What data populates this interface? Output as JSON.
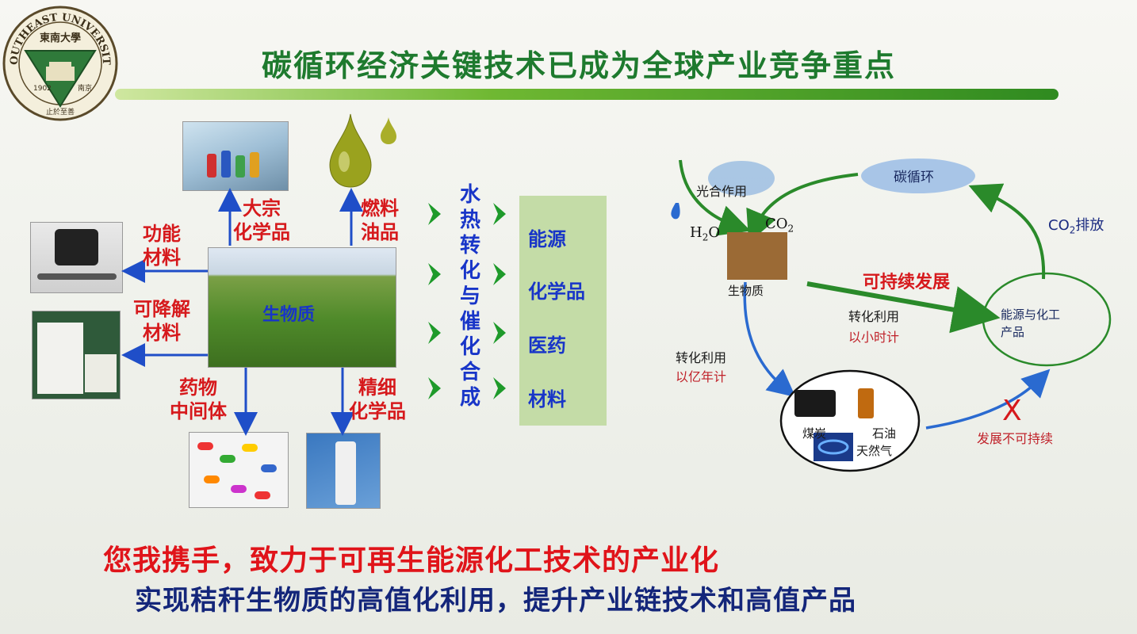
{
  "title": "碳循环经济关键技术已成为全球产业竞争重点",
  "logo": {
    "top_text": "SOUTHEAST UNIVERSITY",
    "chinese": "東南大學",
    "year": "1902",
    "city": "南京",
    "motto": "止於至善"
  },
  "left_diagram": {
    "center": "生物质",
    "labels": {
      "bulk_chem": [
        "大宗",
        "化学品"
      ],
      "fuel": [
        "燃料",
        "油品"
      ],
      "functional": [
        "功能",
        "材料"
      ],
      "degradable": [
        "可降解",
        "材料"
      ],
      "drug": [
        "药物",
        "中间体"
      ],
      "fine_chem": [
        "精细",
        "化学品"
      ]
    },
    "process": [
      "水",
      "热",
      "转",
      "化",
      "与",
      "催",
      "化",
      "合",
      "成"
    ],
    "products": [
      "能源",
      "化学品",
      "医药",
      "材料"
    ]
  },
  "right_diagram": {
    "carbon_cycle": "碳循环",
    "photosynthesis": "光合作用",
    "h2o_main": "H",
    "h2o_sub": "2",
    "h2o_end": "O",
    "co2_main": "CO",
    "co2_sub": "2",
    "biomass": "生物质",
    "sustainable": "可持续发展",
    "emission_main": "CO",
    "emission_sub": "2",
    "emission_end": "排放",
    "energy_products": [
      "能源与化工",
      "产品"
    ],
    "conv_hours": "转化利用",
    "conv_hours_red": "以小时计",
    "conv_years": "转化利用",
    "conv_years_red": "以亿年计",
    "coal": "煤炭",
    "oil": "石油",
    "gas": "天然气",
    "x_mark": "X",
    "unsustainable": "发展不可持续"
  },
  "bottom": {
    "line1": "您我携手，致力于可再生能源化工技术的产业化",
    "line2": "实现秸秆生物质的高值化利用，提升产业链技术和高值产品"
  }
}
